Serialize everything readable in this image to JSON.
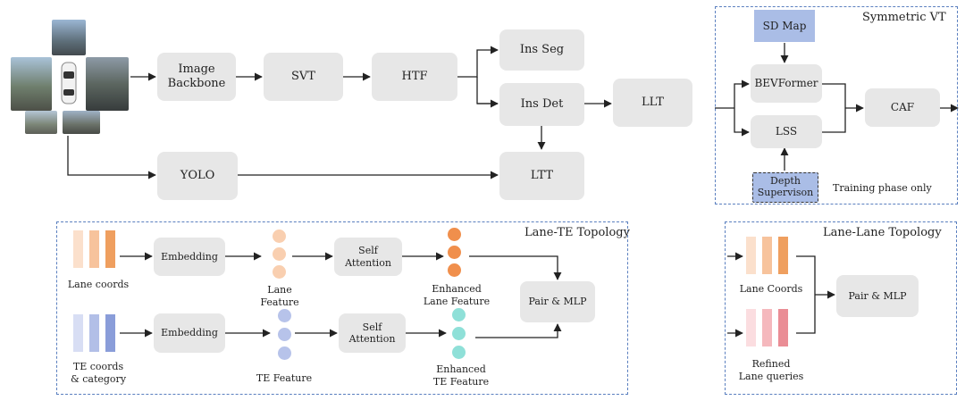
{
  "top": {
    "image_backbone": "Image\nBackbone",
    "svt": "SVT",
    "htf": "HTF",
    "ins_seg": "Ins Seg",
    "ins_det": "Ins Det",
    "llt": "LLT",
    "yolo": "YOLO",
    "ltt": "LTT"
  },
  "symmetric_vt": {
    "title": "Symmetric VT",
    "sd_map": "SD Map",
    "bevformer": "BEVFormer",
    "lss": "LSS",
    "depth_supervision": "Depth\nSupervison",
    "caf": "CAF",
    "training_note": "Training phase only"
  },
  "lane_te": {
    "title": "Lane-TE Topology",
    "lane_coords": "Lane coords",
    "embedding_1": "Embedding",
    "lane_feature": "Lane Feature",
    "self_attention_1": "Self\nAttention",
    "enhanced_lane_feature": "Enhanced\nLane Feature",
    "pair_mlp": "Pair & MLP",
    "te_coords": "TE coords\n& category",
    "embedding_2": "Embedding",
    "te_feature": "TE Feature",
    "self_attention_2": "Self\nAttention",
    "enhanced_te_feature": "Enhanced\nTE Feature"
  },
  "lane_lane": {
    "title": "Lane-Lane Topology",
    "lane_coords": "Lane Coords",
    "refined_queries": "Refined\nLane queries",
    "pair_mlp": "Pair & MLP"
  },
  "colors": {
    "box_gray": "#e7e7e7",
    "box_blue": "#aabde6",
    "panel_border": "#5a7fbf",
    "lane_orange": [
      "#fbe0cc",
      "#f7c39c",
      "#ef9f5f"
    ],
    "te_blue": [
      "#d8def4",
      "#b2bfe7",
      "#8a9dd9"
    ],
    "refined_pink": [
      "#fbdde0",
      "#f5b8bd",
      "#ea8d95"
    ],
    "feature_orange": "#f9cfb0",
    "enhanced_orange": "#f08f4c",
    "feature_blue": "#b7c3ea",
    "enhanced_teal": "#8fe0d8"
  }
}
